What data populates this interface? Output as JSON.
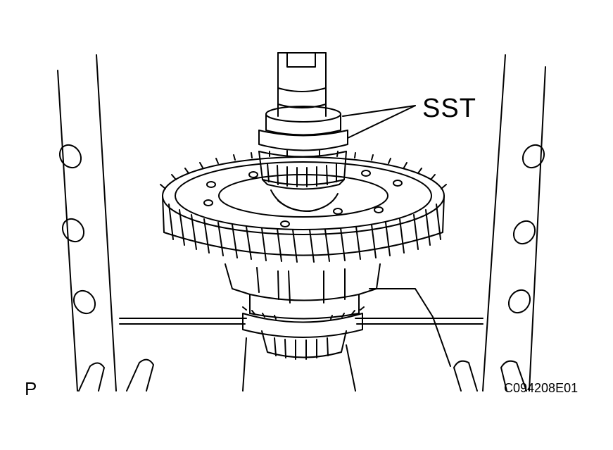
{
  "callout": {
    "label": "SST"
  },
  "view_marker": "P",
  "figure_code": "C094208E01",
  "colors": {
    "ink": "#000000",
    "paper": "#ffffff"
  }
}
